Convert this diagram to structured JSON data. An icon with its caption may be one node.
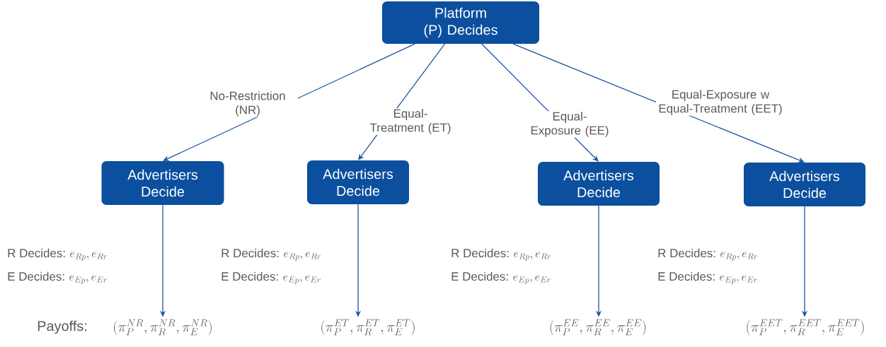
{
  "diagram": {
    "nodes": [
      {
        "text": [
          "Platform (P) Decides"
        ]
      },
      {
        "text": [
          "Advertisers Decide"
        ]
      },
      {
        "text": [
          "Advertisers Decide"
        ]
      },
      {
        "text": [
          "Advertisers Decide"
        ]
      },
      {
        "text": [
          "Advertisers Decide"
        ]
      },
      {
        "text": [
          "(\\pi_P^{NR}, \\pi_R^{NR}, \\pi_E^{NR})"
        ]
      },
      {
        "text": [
          "(\\pi_P^{ET}, \\pi_R^{ET}, \\pi_E^{ET})"
        ]
      },
      {
        "text": [
          "(\\pi_P^{EE}, \\pi_R^{EE}, \\pi_E^{EE})"
        ]
      },
      {
        "text": [
          "(\\pi_P^{EET}, \\pi_R^{EET}, \\pi_E^{EET})"
        ]
      }
    ],
    "edges": [
      {
        "from": 0,
        "to": 1,
        "arrow": "to",
        "label": "No-Restriction (NR)"
      },
      {
        "from": 0,
        "to": 2,
        "arrow": "to",
        "label": "Equal-Treatment (ET)"
      },
      {
        "from": 0,
        "to": 3,
        "arrow": "to",
        "label": "Equal-Exposure (EE)"
      },
      {
        "from": 0,
        "to": 4,
        "arrow": "to",
        "label": "Equal-Exposure w Equal-Treatment (EET)"
      },
      {
        "from": 1,
        "to": 5,
        "arrow": "to"
      },
      {
        "from": 2,
        "to": 6,
        "arrow": "to"
      },
      {
        "from": 3,
        "to": 7,
        "arrow": "to"
      },
      {
        "from": 4,
        "to": 8,
        "arrow": "to"
      }
    ],
    "labels": [
      "R Decides:",
      "e_{Rp}, e_{Rr}",
      "E Decides:",
      "e_{Ep}, e_{Er}",
      "R Decides:",
      "e_{Rp}, e_{Rr}",
      "E Decides:",
      "e_{Ep}, e_{Er}",
      "R Decides:",
      "e_{Rp}, e_{Rr}",
      "E Decides:",
      "e_{Ep}, e_{Er}",
      "R Decides:",
      "e_{Rp}, e_{Rr}",
      "E Decides:",
      "e_{Ep}, e_{Er}",
      "Payoffs:"
    ]
  }
}
